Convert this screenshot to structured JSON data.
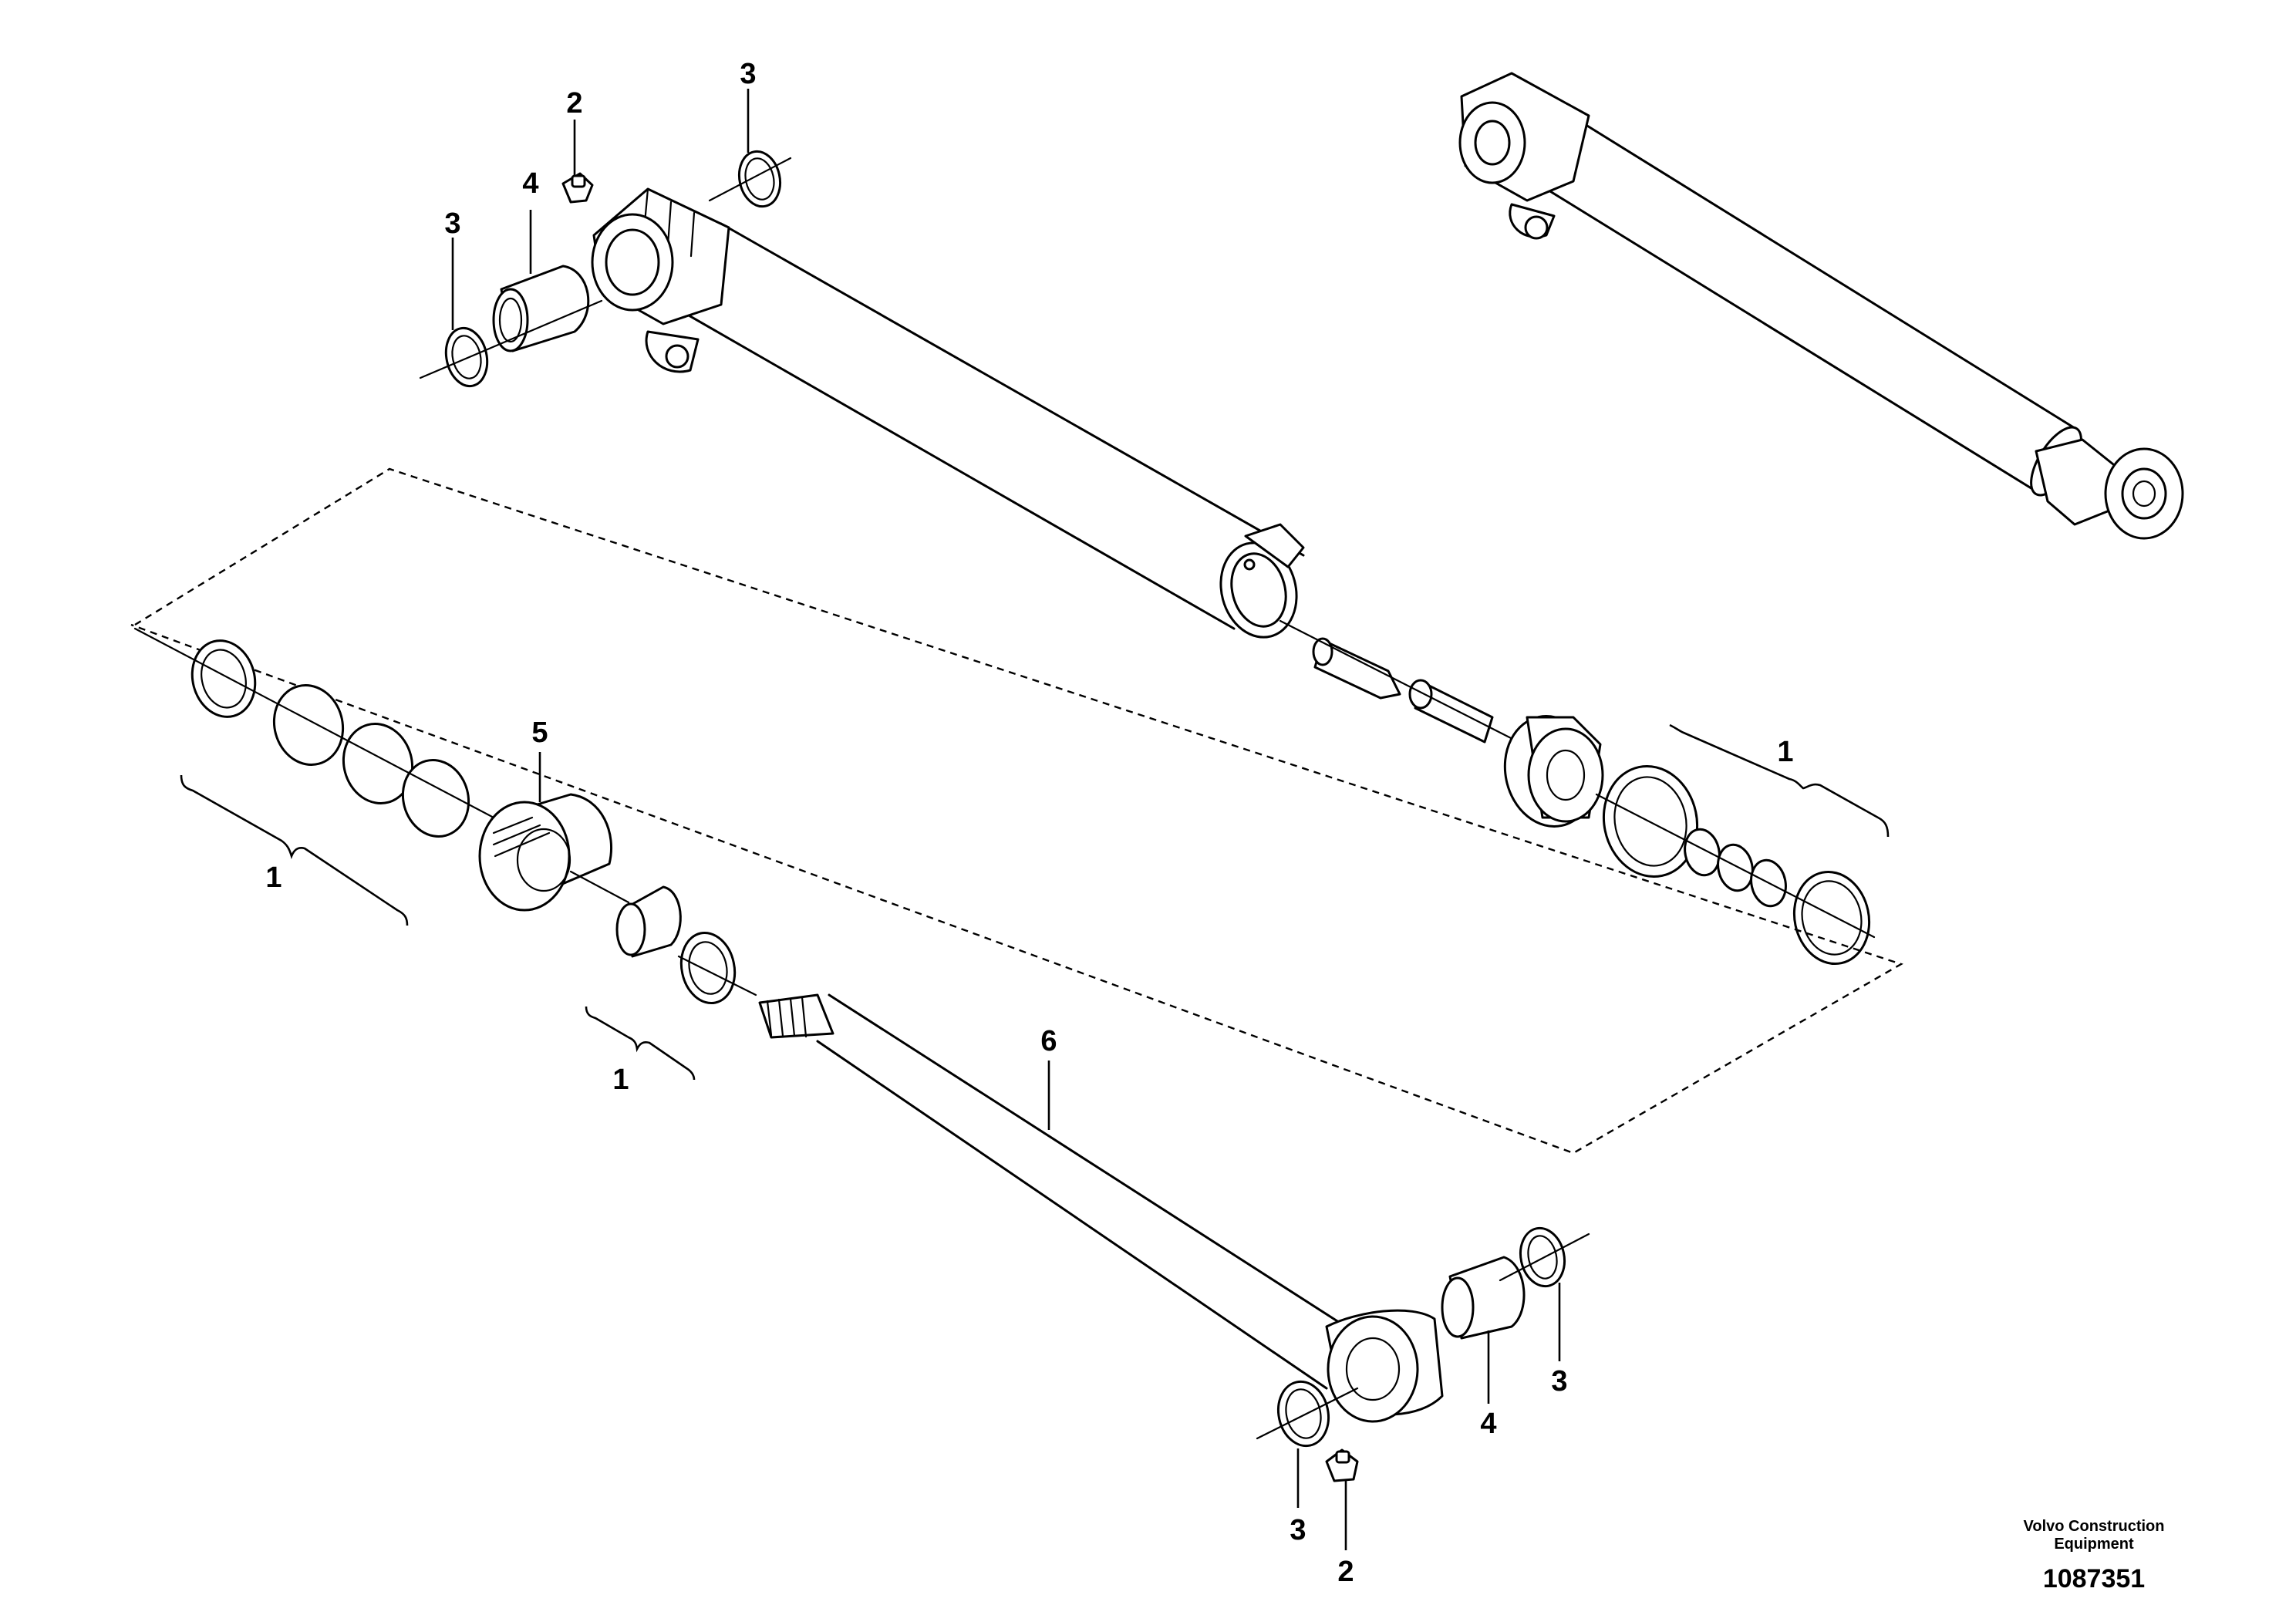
{
  "callouts": {
    "top_left_2": "2",
    "top_left_3a": "3",
    "top_left_3b": "3",
    "top_left_4": "4",
    "seal_kit_right": "1",
    "seal_kit_left": "1",
    "seal_kit_lower": "1",
    "piston": "5",
    "piston_rod": "6",
    "bottom_3a": "3",
    "bottom_3b": "3",
    "bottom_4": "4",
    "bottom_2": "2"
  },
  "credit": {
    "line1": "Volvo Construction",
    "line2": "Equipment",
    "drawing_number": "1087351"
  },
  "icons": [
    "hydraulic-cylinder",
    "seal-ring",
    "bushing",
    "grease-nipple",
    "piston",
    "piston-rod"
  ]
}
